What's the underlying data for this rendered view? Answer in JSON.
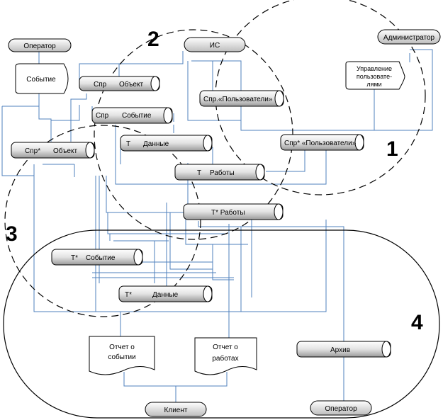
{
  "numbers": {
    "n1": "1",
    "n2": "2",
    "n3": "3",
    "n4": "4"
  },
  "terminators": {
    "operator_top": "Оператор",
    "is": "ИС",
    "administrator": "Администратор",
    "client": "Клиент",
    "operator_bottom": "Оператор"
  },
  "processes": {
    "event": "Событие",
    "user_mgmt_1": "Управление",
    "user_mgmt_2": "пользовате-",
    "user_mgmt_3": "лями"
  },
  "stores": {
    "spr_object_a": "Спр",
    "spr_object_b": "Объект",
    "spr_users": "Спр.«Пользователи»",
    "spr_event_a": "Спр",
    "spr_event_b": "Событие",
    "sprstar_object_a": "Спр*",
    "sprstar_object_b": "Объект",
    "t_data_a": "Т",
    "t_data_b": "Данные",
    "sprstar_users": "Спр* «Пользователи»",
    "t_works_a": "Т",
    "t_works_b": "Работы",
    "tstar_works": "Т* Работы",
    "tstar_event_a": "Т*",
    "tstar_event_b": "Событие",
    "tstar_data_a": "Т*",
    "tstar_data_b": "Данные",
    "archive": "Архив"
  },
  "documents": {
    "event_report_1": "Отчет о",
    "event_report_2": "событии",
    "works_report_1": "Отчет о",
    "works_report_2": "работах"
  }
}
